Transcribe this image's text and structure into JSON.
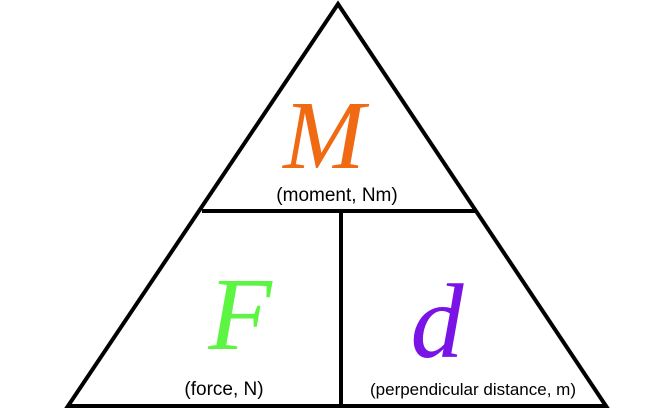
{
  "triangle": {
    "top": {
      "symbol": "M",
      "caption": "(moment, Nm)",
      "color": "#f06a14"
    },
    "bottom_left": {
      "symbol": "F",
      "caption": "(force, N)",
      "color": "#5cf542"
    },
    "bottom_right": {
      "symbol": "d",
      "caption": "(perpendicular distance, m)",
      "color": "#7a14e6"
    },
    "line_color": "#000000"
  }
}
